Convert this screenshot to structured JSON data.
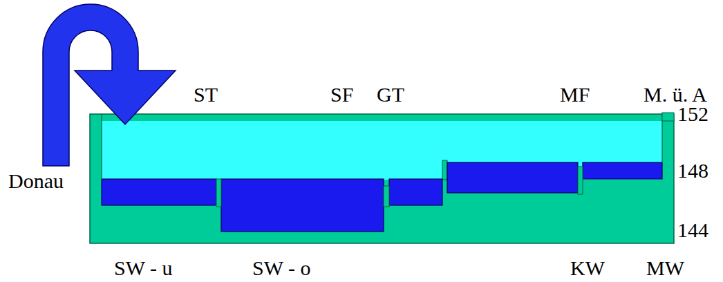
{
  "diagram": {
    "labels": [
      "ST",
      "SF",
      "GT",
      "MF",
      "M. ü. A",
      "152",
      "Donau",
      "148",
      "144",
      "SW - u",
      "SW - o",
      "KW",
      "MW"
    ]
  }
}
